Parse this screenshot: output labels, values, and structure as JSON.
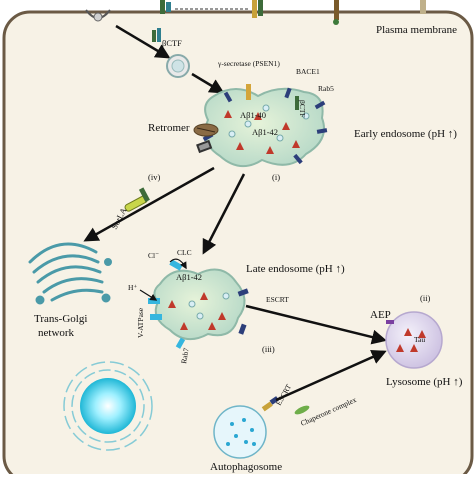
{
  "labels": {
    "plasma_membrane": "Plasma membrane",
    "bctf": "βCTF",
    "gamma_secretase": "γ-secretase (PSEN1)",
    "bace1": "BACE1",
    "rab5": "Rab5",
    "ab40": "Aβ1-40",
    "ab42_early": "Aβ1-42",
    "bctf_vertical": "βCTF",
    "retromer": "Retromer",
    "early_endosome": "Early endosome (pH ↑)",
    "route_i": "(i)",
    "route_iv": "(iv)",
    "sorla": "SorLA",
    "trans_golgi": "Trans-Golgi",
    "network": "network",
    "cl": "Cl⁻",
    "clc": "CLC",
    "ab42_late": "Aβ1-42",
    "h_plus": "H⁺",
    "late_endosome": "Late endosome (pH ↑)",
    "v_atpase": "V-ATPase",
    "escrt_late": "ESCRT",
    "rab7": "Rab7",
    "route_iii": "(iii)",
    "route_ii": "(ii)",
    "aep": "AEP",
    "tau": "Tau",
    "lysosome": "Lysosome (pH ↑)",
    "escrt_auto": "ESCRT",
    "chaperone": "Chaperone complex",
    "autophagosome": "Autophagosome"
  },
  "colors": {
    "cell_border": "#6b5a45",
    "cell_fill": "#f7f2e6",
    "endosome_fill": "#cfe6d2",
    "lysosome_fill": "#e3dcef",
    "arrow": "#111111",
    "ab_marker": "#c0392b",
    "rab_marker": "#2c3e7a",
    "channel": "#35b6df",
    "golgi": "#4a9aa8"
  },
  "icons": [
    "vesicle-icon",
    "golgi-icon",
    "retromer-icon",
    "sorla-icon",
    "escrt-icon",
    "nucleus-icon",
    "autophagosome-icon"
  ]
}
